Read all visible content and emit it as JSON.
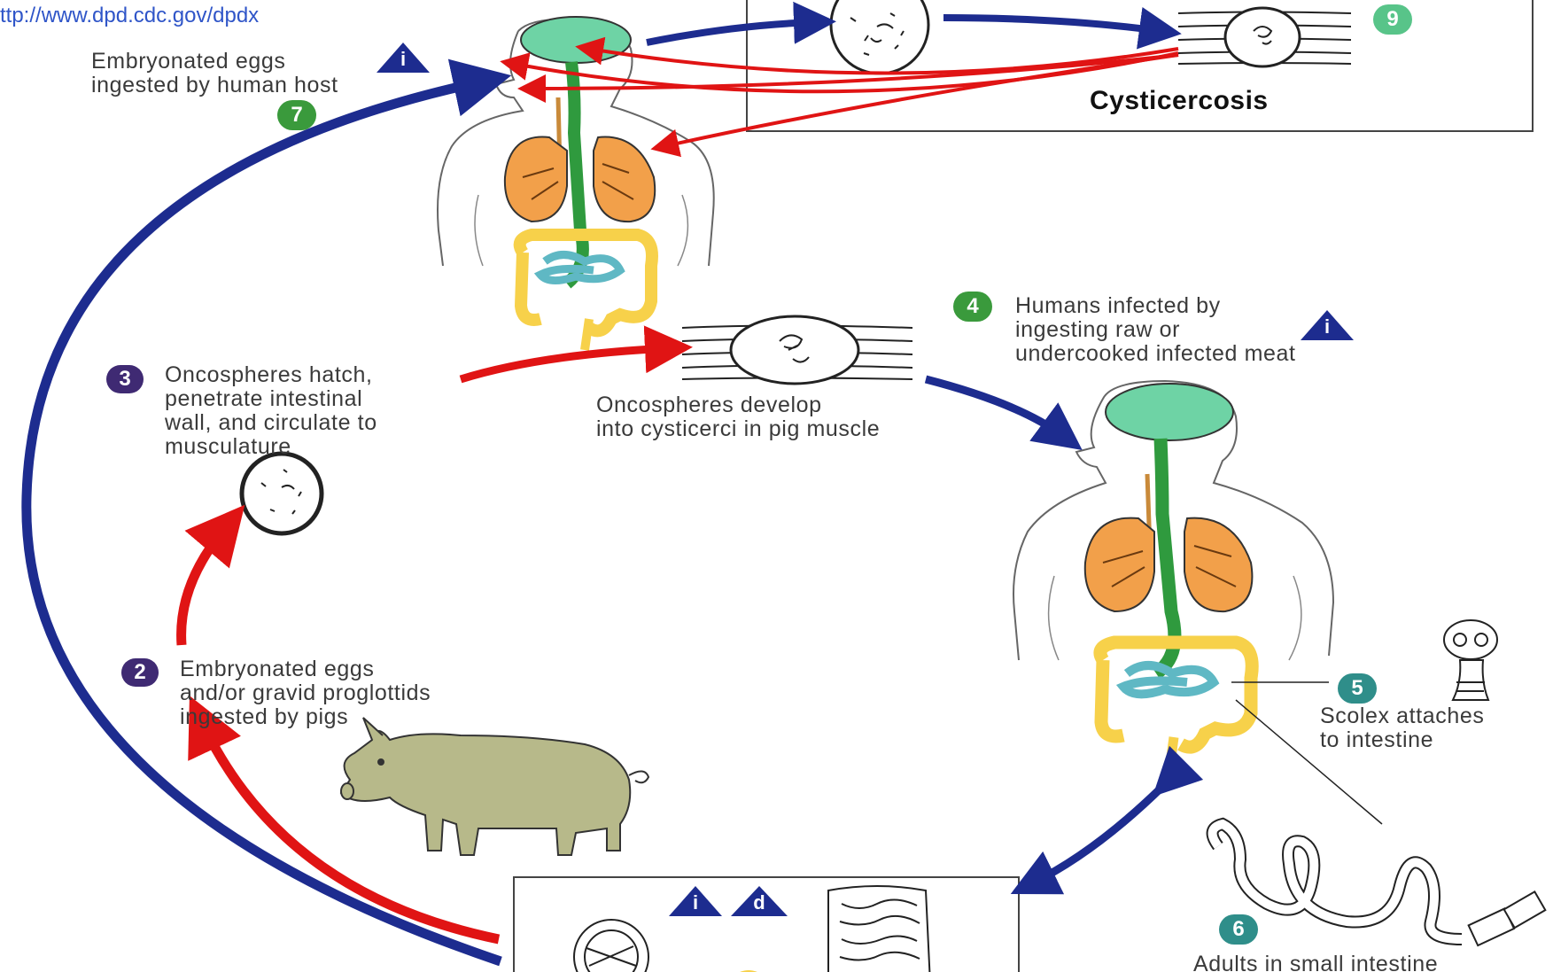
{
  "header": {
    "source_url": "ttp://www.dpd.cdc.gov/dpdx"
  },
  "cysticercosis_box": {
    "title": "Cysticercosis",
    "badge": "9"
  },
  "stages": {
    "s7": {
      "badge": "7",
      "lines": [
        "Embryonated eggs",
        "ingested by human host"
      ],
      "info_icon": "i"
    },
    "s3": {
      "badge": "3",
      "lines": [
        "Oncospheres hatch,",
        "penetrate intestinal",
        "wall, and circulate to",
        "musculature"
      ]
    },
    "s2": {
      "badge": "2",
      "lines": [
        "Embryonated eggs",
        "and/or gravid proglottids",
        "ingested by pigs"
      ]
    },
    "s4": {
      "badge": "4",
      "lines": [
        "Humans infected by",
        "ingesting raw or",
        "undercooked infected meat"
      ],
      "info_icon": "i"
    },
    "cyst": {
      "lines": [
        "Oncospheres develop",
        "into cysticerci in pig muscle"
      ]
    },
    "s5": {
      "badge": "5",
      "lines": [
        "Scolex attaches",
        "to intestine"
      ]
    },
    "s6": {
      "badge": "6",
      "lines": [
        "Adults in small intestine"
      ]
    }
  },
  "diagnostic_box": {
    "icon_info": "i",
    "icon_diag": "d"
  },
  "colors": {
    "blue_arrow": "#1d2c8f",
    "red_arrow": "#e01414",
    "brain": "#6ed3a5",
    "lungs": "#f2a04a",
    "gut_yellow": "#f7d14a",
    "gut_teal": "#5fb8c4",
    "esophagus": "#2f9a3e",
    "pig": "#b7b98a"
  }
}
